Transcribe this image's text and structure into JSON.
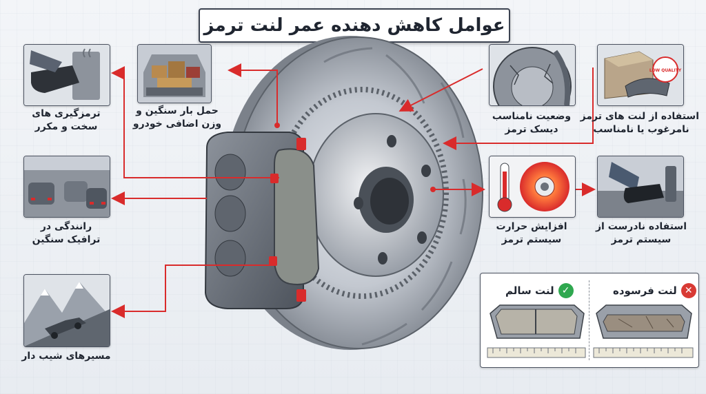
{
  "title": "عوامل کاهش دهنده عمر لنت ترمز",
  "factors": {
    "hard_braking": {
      "line1": "ترمزگیری های",
      "line2": "سخت و مکرر"
    },
    "heavy_load": {
      "line1": "حمل بار سنگین و",
      "line2": "وزن اضافی خودرو"
    },
    "heavy_traffic": {
      "line1": "رانندگی در",
      "line2": "ترافیک سنگین"
    },
    "slopes": {
      "line1": "مسیرهای شیب دار"
    },
    "disc_condition": {
      "line1": "وضعیت نامناسب",
      "line2": "دیسک ترمز"
    },
    "poor_pads": {
      "line1": "استفاده از لنت های ترمز",
      "line2": "نامرغوب یا نامناسب"
    },
    "heat": {
      "line1": "افزایش حرارت",
      "line2": "سیستم ترمز"
    },
    "improper_use": {
      "line1": "استفاده نادرست از",
      "line2": "سیستم ترمز"
    }
  },
  "comparison": {
    "healthy_label": "لنت سالم",
    "worn_label": "لنت فرسوده",
    "healthy_icon": "check-icon",
    "worn_icon": "cross-icon",
    "healthy_color": "#2fa84f",
    "worn_color": "#d83a34"
  },
  "box_stamp": "LOW QUALITY",
  "colors": {
    "accent": "#d92b2b",
    "border": "#4b5260"
  }
}
